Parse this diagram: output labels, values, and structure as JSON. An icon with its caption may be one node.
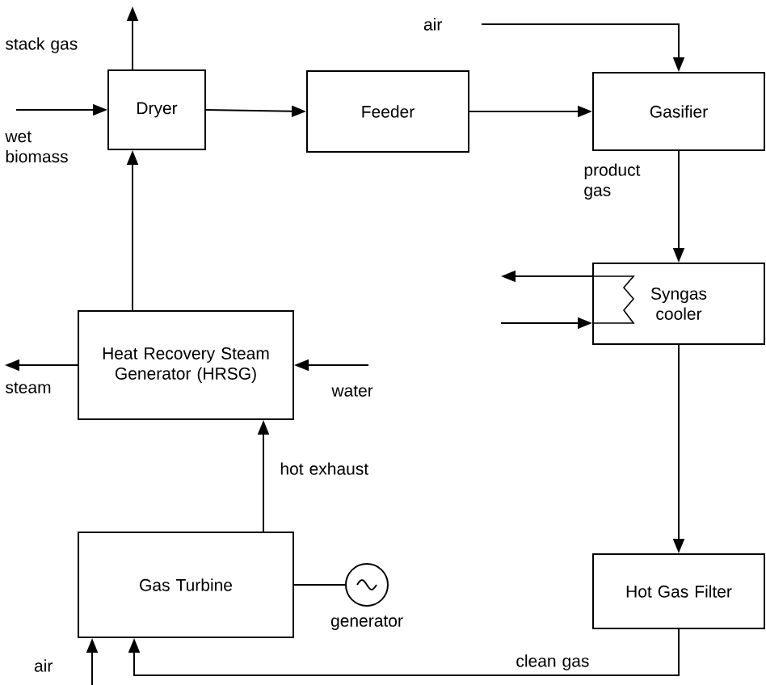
{
  "diagram": {
    "nodes": [
      {
        "text": [
          "Dryer"
        ]
      },
      {
        "text": [
          "Feeder"
        ]
      },
      {
        "text": [
          "Gasifier"
        ]
      },
      {
        "text": [
          "Syngas cooler"
        ]
      },
      {
        "text": [
          "Heat Recovery Steam Generator (HRSG)"
        ]
      },
      {
        "text": [
          "Gas Turbine"
        ]
      },
      {
        "text": [],
        "shape": "circle",
        "beside": [
          "generator"
        ]
      },
      {
        "text": [
          "Hot Gas Filter"
        ]
      }
    ],
    "edges": [
      {
        "from": null,
        "to": 0,
        "arrow": "to",
        "label": "wet biomass"
      },
      {
        "from": 0,
        "to": null,
        "arrow": "to",
        "label": "stack gas"
      },
      {
        "from": 0,
        "to": 1,
        "arrow": "to"
      },
      {
        "from": 1,
        "to": 2,
        "arrow": "to"
      },
      {
        "from": null,
        "to": 2,
        "arrow": "to",
        "label": "air"
      },
      {
        "from": 2,
        "to": 3,
        "arrow": "to",
        "label": "product gas"
      },
      {
        "from": 3,
        "to": null,
        "arrow": "to"
      },
      {
        "from": null,
        "to": 3,
        "arrow": "to"
      },
      {
        "from": 3,
        "to": 7,
        "arrow": "to"
      },
      {
        "from": 7,
        "to": 5,
        "arrow": "to",
        "label": "clean gas"
      },
      {
        "from": null,
        "to": 5,
        "arrow": "to",
        "label": "air"
      },
      {
        "from": 5,
        "to": 4,
        "arrow": "to",
        "label": "hot exhaust"
      },
      {
        "from": 4,
        "to": 0,
        "arrow": "to"
      },
      {
        "from": 4,
        "to": null,
        "arrow": "to",
        "label": "steam"
      },
      {
        "from": null,
        "to": 4,
        "arrow": "to",
        "label": "water"
      },
      {
        "from": 5,
        "to": 6,
        "arrow": "none"
      }
    ]
  }
}
